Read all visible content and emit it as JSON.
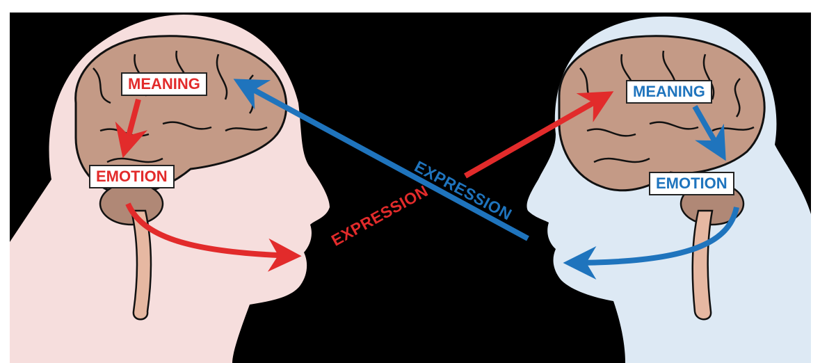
{
  "colors": {
    "background": "#000000",
    "left_head": "#f6dedd",
    "right_head": "#dde9f4",
    "brain": "#c49a86",
    "red": "#e22b2b",
    "blue": "#1f74bd"
  },
  "left_person": {
    "top_label": "MEANING",
    "bottom_label": "EMOTION",
    "color": "red"
  },
  "right_person": {
    "top_label": "MEANING",
    "bottom_label": "EMOTION",
    "color": "blue"
  },
  "arrows": {
    "red_expression": "EXPRESSION",
    "blue_expression": "EXPRESSION"
  },
  "icons": [
    "left-head-silhouette-icon",
    "right-head-silhouette-icon",
    "brain-icon",
    "arrow-icon"
  ]
}
